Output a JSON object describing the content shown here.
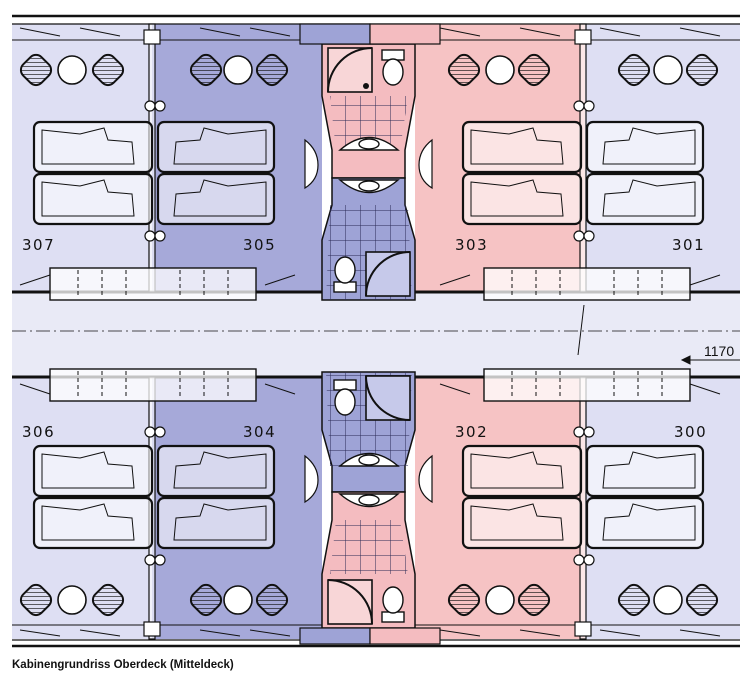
{
  "caption": "Kabinengrundriss Oberdeck (Mitteldeck)",
  "cabins": {
    "c307": "307",
    "c305": "305",
    "c303": "303",
    "c301": "301",
    "c306": "306",
    "c304": "304",
    "c302": "302",
    "c300": "300"
  },
  "dimension_label": "1170",
  "colors": {
    "standard_cabin": "#dedff3",
    "blue_cabin": "#a6a9d9",
    "pink_cabin": "#f6c3c4",
    "bath_blue": "#9ea3d6",
    "bath_pink": "#f4bcc0",
    "corridor": "#e9eaf6",
    "wall": "#111111"
  }
}
